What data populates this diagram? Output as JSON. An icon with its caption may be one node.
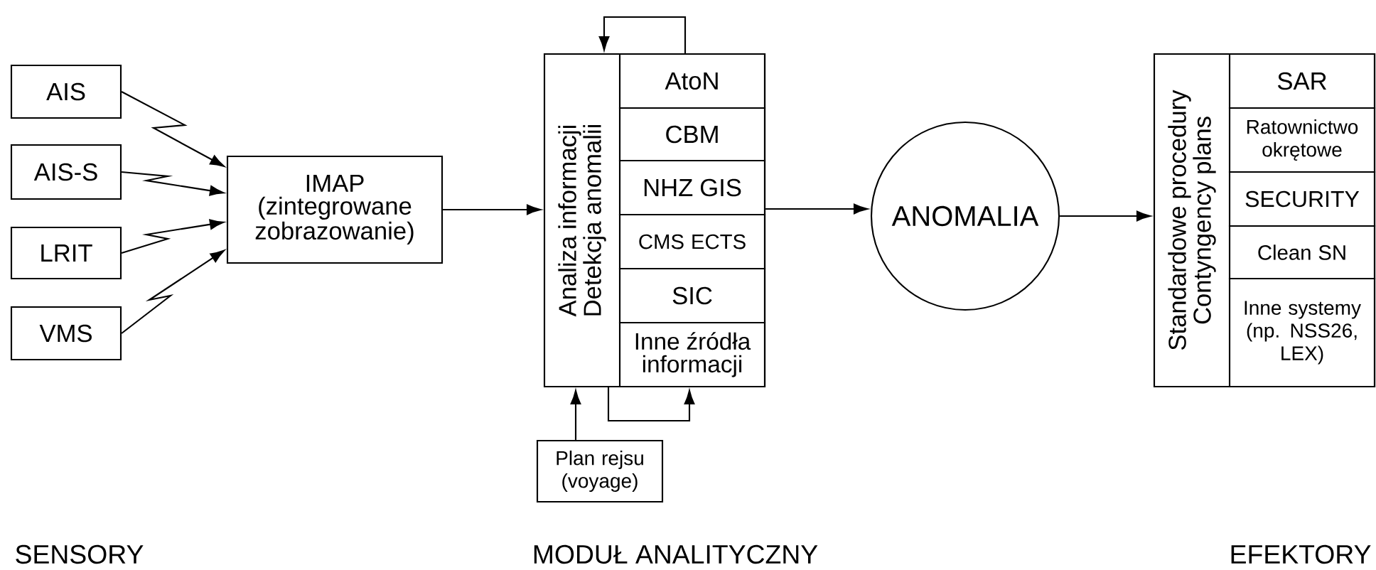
{
  "diagram": {
    "nodes": [
      {
        "text": [
          "AIS"
        ]
      },
      {
        "text": [
          "AIS-S"
        ]
      },
      {
        "text": [
          "LRIT"
        ]
      },
      {
        "text": [
          "VMS"
        ]
      },
      {
        "text": [
          "IMAP (zintegrowane zobrazowanie)"
        ]
      },
      {
        "text": [
          "Analiza informacji Detekcja anomalii"
        ]
      },
      {
        "text": [
          "AtoN"
        ],
        "in": 5
      },
      {
        "text": [
          "CBM"
        ],
        "in": 5
      },
      {
        "text": [
          "NHZ GIS"
        ],
        "in": 5
      },
      {
        "text": [
          "CMS ECTS"
        ],
        "in": 5
      },
      {
        "text": [
          "SIC"
        ],
        "in": 5
      },
      {
        "text": [
          "Inne źródła informacji"
        ],
        "in": 5
      },
      {
        "text": [
          "Plan rejsu (voyage)"
        ]
      },
      {
        "text": [
          "ANOMALIA"
        ]
      },
      {
        "text": [
          "Standardowe procedury Contyngency plans"
        ]
      },
      {
        "text": [
          "SAR"
        ],
        "in": 14
      },
      {
        "text": [
          "Ratownictwo okrętowe"
        ],
        "in": 14
      },
      {
        "text": [
          "SECURITY"
        ],
        "in": 14
      },
      {
        "text": [
          "Clean SN"
        ],
        "in": 14
      },
      {
        "text": [
          "Inne systemy (np. NSS26, LEX)"
        ],
        "in": 14
      }
    ],
    "edges": [
      {
        "from": 0,
        "to": 4,
        "arrow": "to"
      },
      {
        "from": 1,
        "to": 4,
        "arrow": "to"
      },
      {
        "from": 2,
        "to": 4,
        "arrow": "to"
      },
      {
        "from": 3,
        "to": 4,
        "arrow": "to"
      },
      {
        "from": 4,
        "to": 5,
        "arrow": "to"
      },
      {
        "from": 6,
        "to": 5,
        "arrow": "to"
      },
      {
        "from": 5,
        "to": 11,
        "arrow": "to"
      },
      {
        "from": 12,
        "to": 5,
        "arrow": "to"
      },
      {
        "from": 5,
        "to": 13,
        "arrow": "to"
      },
      {
        "from": 13,
        "to": 14,
        "arrow": "to"
      }
    ],
    "labels": [
      "SENSORY",
      "MODUŁ ANALITYCZNY",
      "EFEKTORY"
    ]
  }
}
